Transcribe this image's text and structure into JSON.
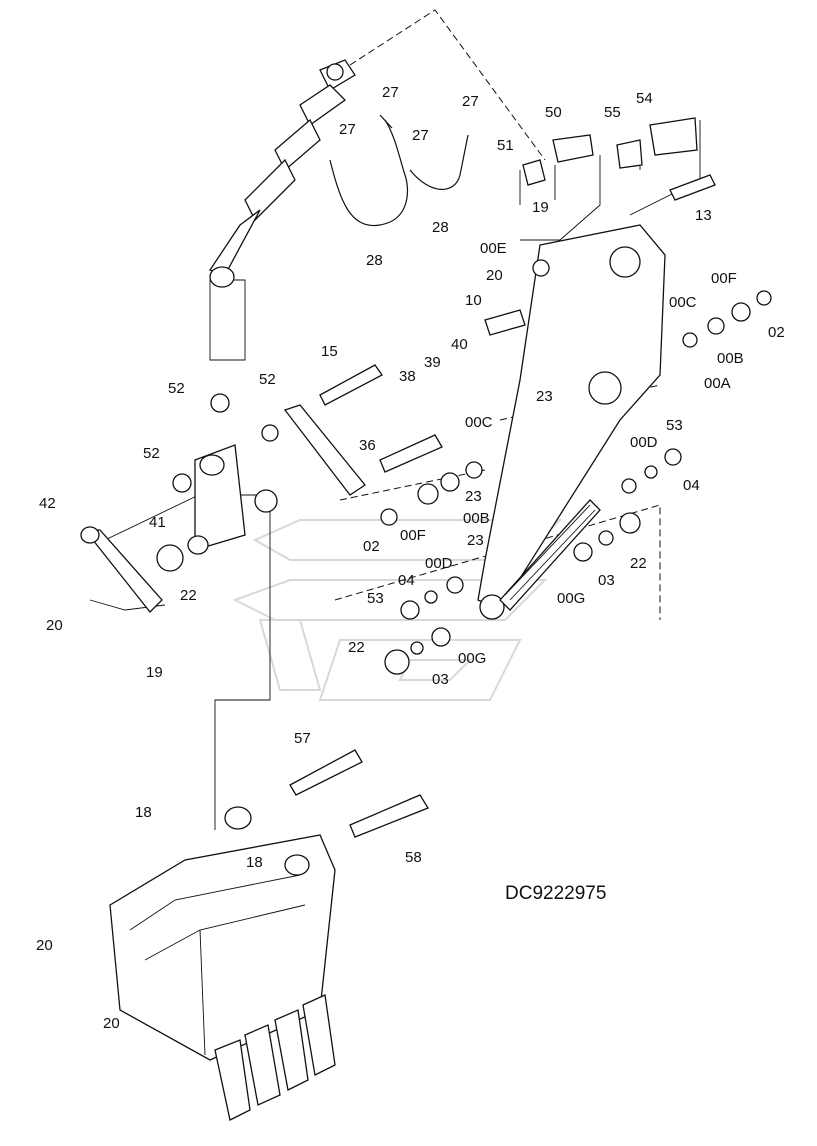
{
  "drawing_code": "DC9222975",
  "callouts": [
    "51",
    "50",
    "55",
    "54",
    "27",
    "27",
    "27",
    "27",
    "19",
    "13",
    "00E",
    "20",
    "00F",
    "00C",
    "02",
    "10",
    "00B",
    "40",
    "39",
    "38",
    "15",
    "00A",
    "23",
    "52",
    "52",
    "52",
    "36",
    "00C",
    "53",
    "00D",
    "42",
    "41",
    "22",
    "02",
    "00F",
    "00B",
    "23",
    "04",
    "23",
    "22",
    "00D",
    "00G",
    "03",
    "04",
    "53",
    "22",
    "03",
    "00G",
    "20",
    "19",
    "57",
    "18",
    "58",
    "18",
    "20",
    "20",
    "28",
    "28"
  ],
  "colors": {
    "ink": "#111111",
    "watermark": "#d8d8d8",
    "paper": "#ffffff"
  }
}
